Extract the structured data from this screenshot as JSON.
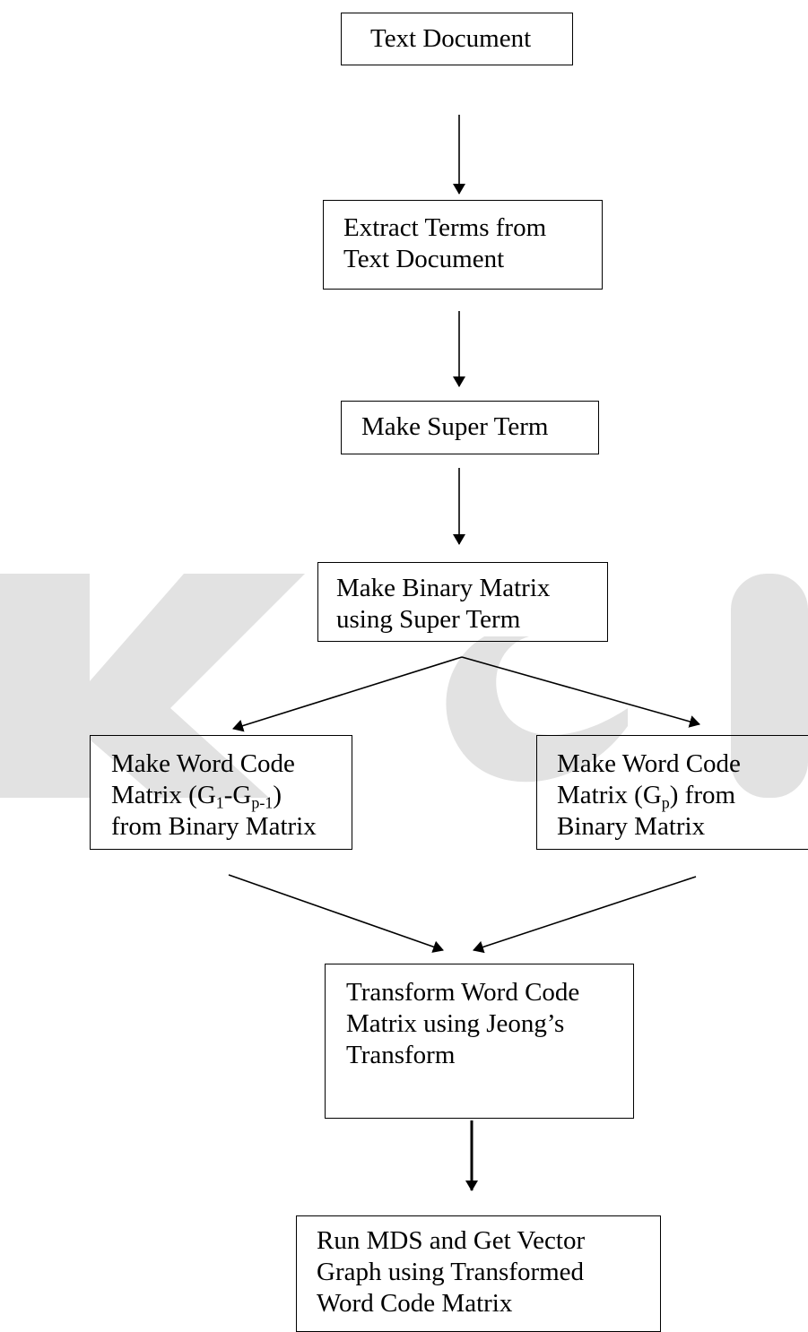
{
  "diagram": {
    "nodes": {
      "text_document": {
        "lines": [
          "Text Document"
        ]
      },
      "extract_terms": {
        "lines": [
          "Extract Terms from",
          "Text Document"
        ]
      },
      "super_term": {
        "lines": [
          "Make Super Term"
        ]
      },
      "binary_matrix": {
        "lines": [
          "Make Binary Matrix",
          "using Super Term"
        ]
      },
      "word_code_left": {
        "line1": "Make Word Code",
        "line2_prefix": "Matrix (G",
        "line2_sub1": "1",
        "line2_mid": "-G",
        "line2_sub2": "p-1",
        "line2_suffix": ")",
        "line3": "from Binary Matrix"
      },
      "word_code_right": {
        "line1": "Make Word Code",
        "line2_prefix": "Matrix (G",
        "line2_sub": "p",
        "line2_suffix": ") from",
        "line3": "Binary Matrix"
      },
      "transform": {
        "lines": [
          "Transform Word Code",
          "Matrix using Jeong’s",
          "Transform"
        ]
      },
      "mds": {
        "lines": [
          "Run MDS and Get Vector",
          "Graph using Transformed",
          "Word Code Matrix"
        ]
      }
    },
    "watermark": {
      "text": "KCI",
      "color": "#e2e2e2"
    },
    "colors": {
      "stroke": "#000000",
      "background": "#ffffff"
    }
  }
}
